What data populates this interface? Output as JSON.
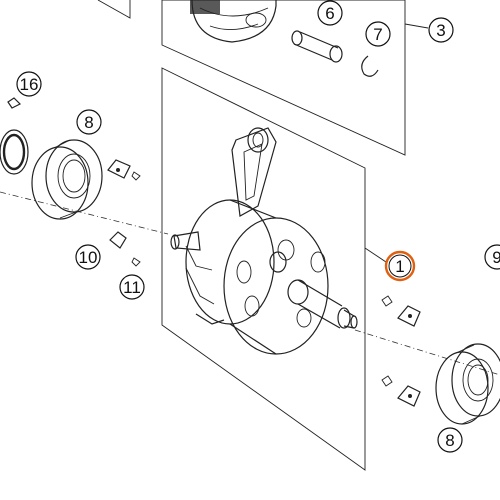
{
  "diagram": {
    "callouts": [
      {
        "id": "callout-1",
        "label": "1",
        "highlighted": true
      },
      {
        "id": "callout-3",
        "label": "3"
      },
      {
        "id": "callout-6",
        "label": "6"
      },
      {
        "id": "callout-7",
        "label": "7"
      },
      {
        "id": "callout-8-top",
        "label": "8"
      },
      {
        "id": "callout-8-bottom",
        "label": "8"
      },
      {
        "id": "callout-9",
        "label": "9"
      },
      {
        "id": "callout-10",
        "label": "10"
      },
      {
        "id": "callout-11",
        "label": "11"
      },
      {
        "id": "callout-16",
        "label": "16"
      }
    ],
    "colors": {
      "line": "#222222",
      "highlight": "#e06010",
      "background": "#ffffff"
    }
  }
}
